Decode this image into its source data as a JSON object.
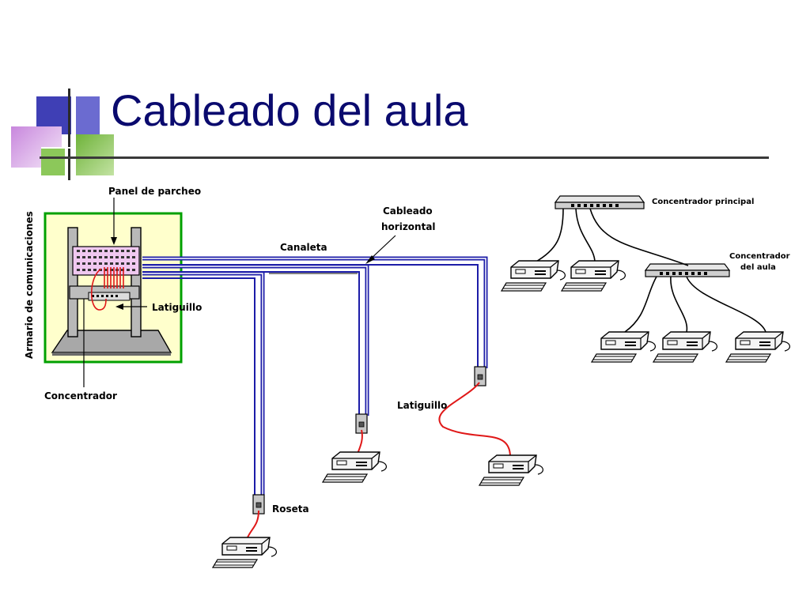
{
  "title": "Cableado del aula",
  "colors": {
    "title": "#0a0a6e",
    "deco_blue": "#3f3fb5",
    "deco_green": "#7fbf3f",
    "deco_lilac": "#d9a6e6",
    "rack_frame": "#00a000",
    "rack_bg": "#ffffcc",
    "cable_blue": "#1c1ca8",
    "patch_red": "#e01818"
  },
  "labels": {
    "panel": "Panel de parcheo",
    "armario": "Armario de comunicaciones",
    "latiguillo_rack": "Latiguillo",
    "concentrador": "Concentrador",
    "canaleta": "Canaleta",
    "cableado_1": "Cableado",
    "cableado_2": "horizontal",
    "latiguillo": "Latiguillo",
    "roseta": "Roseta",
    "hub_principal": "Concentrador principal",
    "hub_aula_1": "Concentrador",
    "hub_aula_2": "del aula"
  },
  "icons": [
    "computer-icon",
    "wall-outlet-icon",
    "network-hub-icon",
    "rack-icon"
  ]
}
